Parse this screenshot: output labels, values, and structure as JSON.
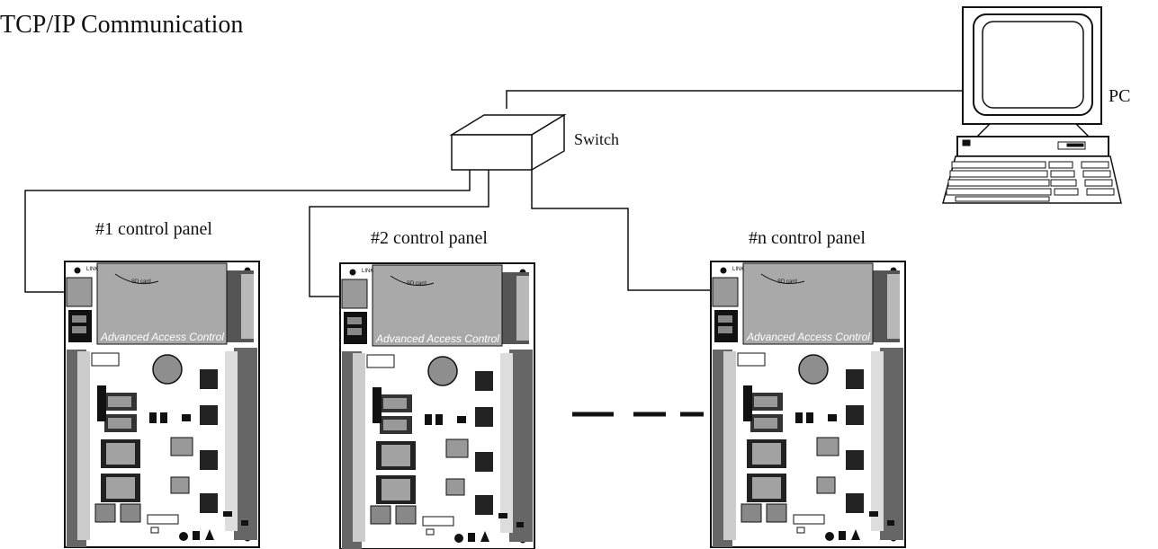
{
  "title": "TCP/IP Communication",
  "pc_label": "PC",
  "switch_label": "Switch",
  "panels": [
    {
      "label": "#1 control panel",
      "board_text": "Advanced  Access  Control",
      "sd_text": "SD card",
      "link_text": "LINK"
    },
    {
      "label": "#2 control panel",
      "board_text": "Advanced  Access  Control",
      "sd_text": "SD card",
      "link_text": "LINK"
    },
    {
      "label": "#n control panel",
      "board_text": "Advanced  Access  Control",
      "sd_text": "SD card",
      "link_text": "LINK"
    }
  ]
}
